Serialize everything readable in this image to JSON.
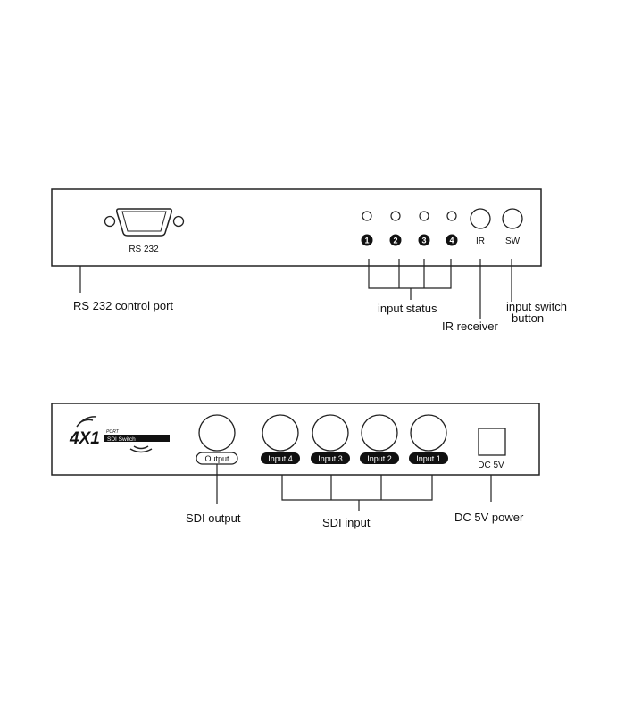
{
  "front_panel": {
    "rs232_label": "RS 232",
    "status_numbers": [
      "1",
      "2",
      "3",
      "4"
    ],
    "ir_label": "IR",
    "sw_label": "SW"
  },
  "front_callouts": {
    "rs232_port": "RS 232 control port",
    "input_status": "input status",
    "ir_receiver": "IR receiver",
    "switch_line1": "input switch",
    "switch_line2": "button"
  },
  "rear_panel": {
    "logo_main": "4X1",
    "logo_port": "PORT",
    "logo_switch": "SDI Switch",
    "output_label": "Output",
    "input_labels": [
      "Input 4",
      "Input 3",
      "Input 2",
      "Input 1"
    ],
    "dc_label": "DC 5V"
  },
  "rear_callouts": {
    "sdi_output": "SDI output",
    "sdi_input": "SDI input",
    "dc_power": "DC 5V power"
  },
  "icons": {
    "rs232": "db9-connector-icon",
    "led": "status-led-icon",
    "ir": "ir-sensor-icon",
    "sw": "push-button-icon",
    "bnc": "bnc-connector-icon",
    "dc": "dc-jack-icon"
  }
}
